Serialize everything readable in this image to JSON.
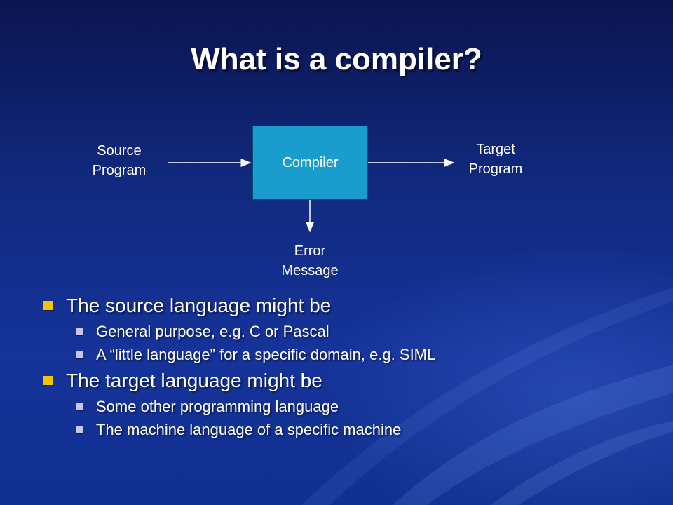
{
  "title": "What is a compiler?",
  "diagram": {
    "source_line1": "Source",
    "source_line2": "Program",
    "compiler": "Compiler",
    "target_line1": "Target",
    "target_line2": "Program",
    "error_line1": "Error",
    "error_line2": "Message"
  },
  "bullets": [
    {
      "text": "The source language might be",
      "sub": [
        "General purpose, e.g. C or Pascal",
        "A “little language” for a specific domain, e.g. SIML"
      ]
    },
    {
      "text": "The target language might be",
      "sub": [
        "Some other programming language",
        "The machine language of a specific machine"
      ]
    }
  ],
  "colors": {
    "compiler_box": "#1a9ccd",
    "bullet_level1": "#f5c400",
    "bullet_level2": "#c9c6ee"
  }
}
